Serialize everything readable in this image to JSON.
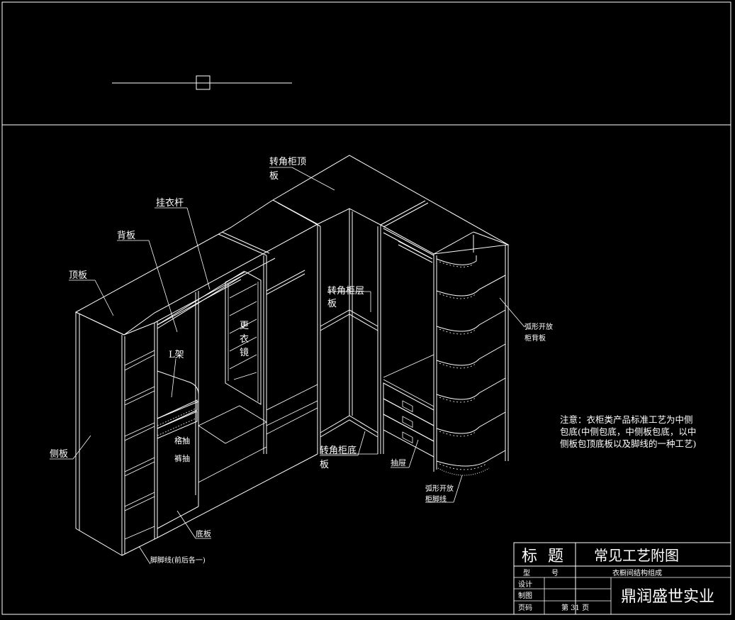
{
  "colors": {
    "background": "#000000",
    "line": "#ffffff"
  },
  "labels": {
    "corner_top_board": "转角柜顶",
    "corner_top_board_2": "板",
    "hanging_rod": "挂衣杆",
    "back_board": "背板",
    "top_board": "顶板",
    "mirror_1": "更",
    "mirror_2": "衣",
    "mirror_3": "镜",
    "l_rack": "L架",
    "corner_shelf": "转角柜层",
    "corner_shelf_2": "板",
    "arc_open_back": "弧形开放",
    "arc_open_back_2": "柜背板",
    "side_board": "侧板",
    "drawer_1": "格抽",
    "drawer_2": "裤抽",
    "corner_bottom": "转角柜底",
    "corner_bottom_2": "板",
    "drawers": "抽屉",
    "arc_foot_1": "弧形开放",
    "arc_foot_2": "柜脚线",
    "bottom_board": "底板",
    "foot_line": "脚脚线(前后各一)"
  },
  "note": {
    "line1": "注意：衣柜类产品标准工艺为中侧",
    "line2": "包底(中侧包底，中侧板包底，以中",
    "line3": "侧板包顶底板以及脚线的一种工艺)"
  },
  "title_block": {
    "biao_ti_1": "标",
    "biao_ti_2": "题",
    "title": "常见工艺附图",
    "xing_1": "型",
    "xing_2": "号",
    "model": "衣橱间结构组成",
    "design": "设计",
    "drawing": "制图",
    "page_code": "页码",
    "page_no": "第 31 页",
    "company": "鼎润盛世实业"
  }
}
